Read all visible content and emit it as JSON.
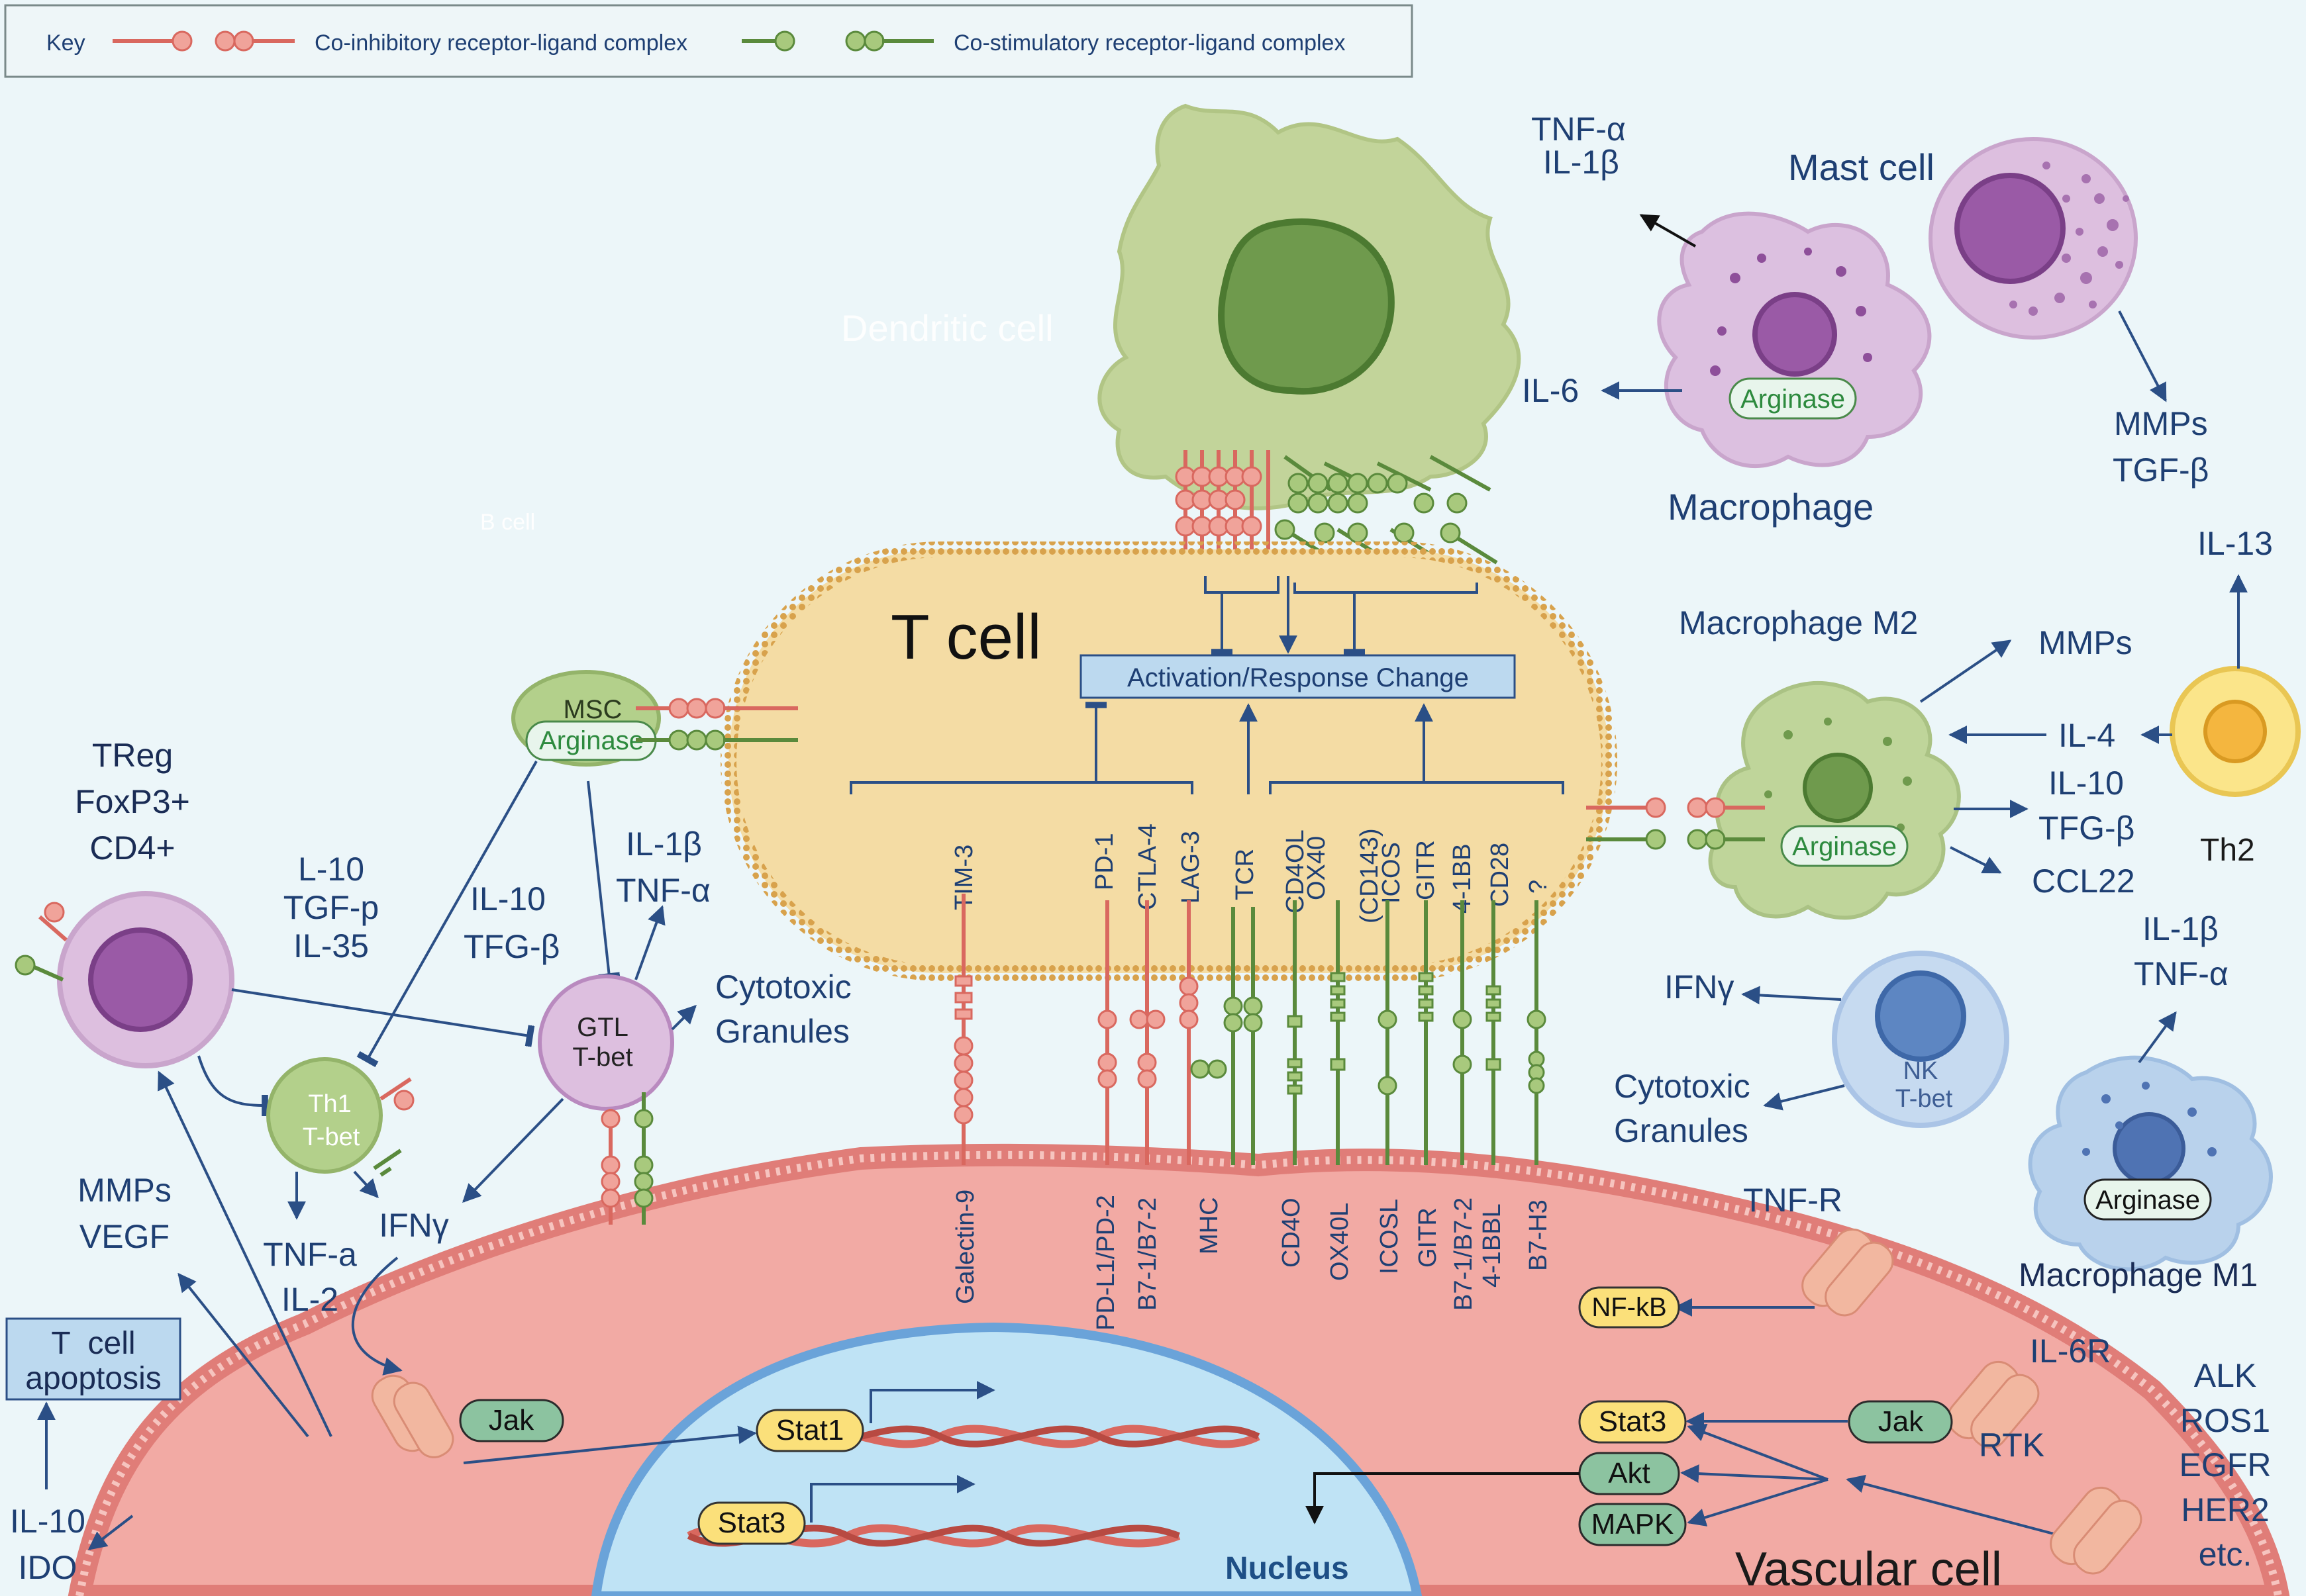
{
  "key": {
    "title": "Key",
    "inhibitory": "Co-inhibitory receptor-ligand complex",
    "stimulatory": "Co-stimulatory receptor-ligand complex"
  },
  "colors": {
    "inhibitory": "#d9685f",
    "inhibitory_ball": "#f0a39a",
    "stimulatory": "#5a8a3c",
    "stimulatory_ball": "#a8c97d",
    "text": "#1e3f73",
    "t_cell_fill": "#f4dca4",
    "vascular_fill": "#f2aaa4",
    "nucleus_fill": "#bfe3f5"
  },
  "cells": {
    "t_cell": "T cell",
    "dendritic": "Dendritic cell",
    "b_cell": "B cell",
    "mast": "Mast cell",
    "macrophage": "Macrophage",
    "macrophage_m2": "Macrophage M2",
    "macrophage_m1": "Macrophage M1",
    "th2": "Th2",
    "vascular": "Vascular cell",
    "nucleus": "Nucleus",
    "treg": [
      "TReg",
      "FoxP3+",
      "CD4+"
    ],
    "msc": "MSC",
    "arginase": "Arginase",
    "gtl": [
      "GTL",
      "T-bet"
    ],
    "th1": [
      "Th1",
      "T-bet"
    ],
    "nk": [
      "NK",
      "T-bet"
    ]
  },
  "activation_box": "Activation/Response Change",
  "receptors": [
    "TIM-3",
    "PD-1",
    "CTLA-4",
    "LAG-3",
    "TCR",
    "CD4OL",
    "OX40",
    "(CD143)",
    "ICOS",
    "GITR",
    "4-1BB",
    "CD28",
    "?"
  ],
  "ligands": [
    "Galectin-9",
    "PD-L1/PD-2",
    "B7-1/B7-2",
    "MHC",
    "CD4O",
    "OX40L",
    "ICOSL",
    "GITR",
    "B7-1/B7-2",
    "4-1BBL",
    "B7-H3"
  ],
  "cytokines": {
    "dc_top": [
      "TNF-α",
      "IL-1β"
    ],
    "macrophage_left": "IL-6",
    "mast_out": [
      "MMPs",
      "TGF-β"
    ],
    "th2_up": "IL-13",
    "m2_mmps": "MMPs",
    "m2_il4": "IL-4",
    "m2_out": [
      "IL-10",
      "TFG-β",
      "CCL22"
    ],
    "m1_out": [
      "IL-1β",
      "TNF-α"
    ],
    "nk_ifn": "IFNγ",
    "nk_granules": [
      "Cytotoxic",
      "Granules"
    ],
    "treg_out": [
      "L-10",
      "TGF-p",
      "IL-35"
    ],
    "msc_out": [
      "IL-10",
      "TFG-β"
    ],
    "gtl_out": [
      "IL-1β",
      "TNF-α"
    ],
    "gtl_granules": [
      "Cytotoxic",
      "Granules"
    ],
    "th1_out": [
      "TNF-a",
      "IL-2"
    ],
    "th1_ifn": "IFNγ",
    "vascular_out": [
      "MMPs",
      "VEGF"
    ],
    "apoptosis": [
      "T  cell",
      "apoptosis"
    ],
    "bottom_left": [
      "IL-10",
      "IDO"
    ]
  },
  "signaling": {
    "jak": "Jak",
    "stat1": "Stat1",
    "stat3": "Stat3",
    "akt": "Akt",
    "mapk": "MAPK",
    "nfkb": "NF-kB",
    "tnfr": "TNF-R",
    "il6r": "IL-6R",
    "rtk": "RTK",
    "rtk_list": [
      "ALK",
      "ROS1",
      "EGFR",
      "HER2",
      "etc."
    ]
  }
}
